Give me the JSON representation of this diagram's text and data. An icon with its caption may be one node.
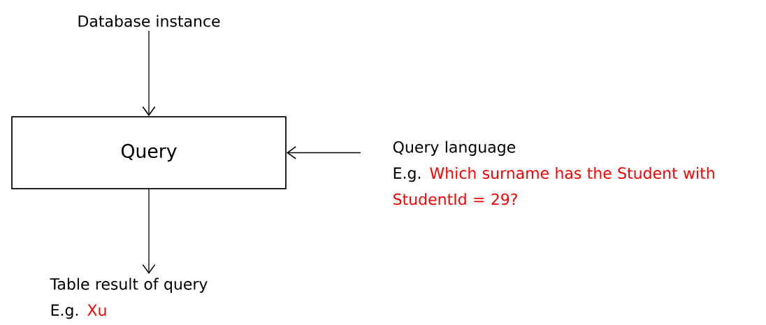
{
  "diagram": {
    "nodes": [
      {
        "text": [
          "Database instance"
        ]
      },
      {
        "text": [
          "Query"
        ]
      },
      {
        "text": [
          "Query language",
          "E.g.",
          "Which surname has the Student with StudentId = 29?"
        ]
      },
      {
        "text": [
          "Table result of query",
          "E.g.",
          "Xu"
        ]
      }
    ],
    "edges": [
      {
        "from": 0,
        "to": 1,
        "arrow": "to"
      },
      {
        "from": 2,
        "to": 1,
        "arrow": "to"
      },
      {
        "from": 1,
        "to": 3,
        "arrow": "to"
      }
    ]
  }
}
